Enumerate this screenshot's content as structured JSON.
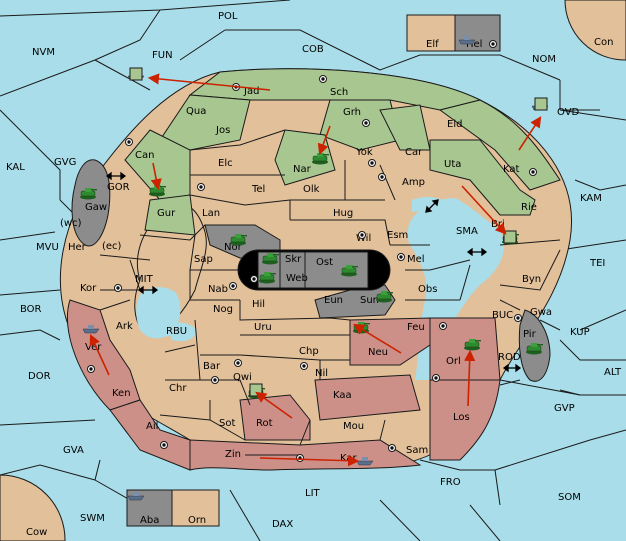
{
  "map": {
    "colors": {
      "sea": "#a9dde9",
      "neutral": "#e2c09a",
      "green_power": "#a8c690",
      "red_power": "#cc9088",
      "grey_power": "#8c8c8c",
      "black_power": "#000000",
      "arrow": "#cc2200",
      "army_green": "#2e8a2e",
      "fleet_blue": "#5a6f8c"
    },
    "seas": [
      {
        "label": "POL"
      },
      {
        "label": "NVM"
      },
      {
        "label": "FUN"
      },
      {
        "label": "COB"
      },
      {
        "label": "NOM"
      },
      {
        "label": "Con"
      },
      {
        "label": "OVD"
      },
      {
        "label": "KAL"
      },
      {
        "label": "GVG"
      },
      {
        "label": "GOR"
      },
      {
        "label": "MVU"
      },
      {
        "label": "KAM"
      },
      {
        "label": "SMA"
      },
      {
        "label": "TEI"
      },
      {
        "label": "BOR"
      },
      {
        "label": "MIT"
      },
      {
        "label": "RBU"
      },
      {
        "label": "BUC"
      },
      {
        "label": "KUP"
      },
      {
        "label": "DOR"
      },
      {
        "label": "ROD"
      },
      {
        "label": "ALT"
      },
      {
        "label": "GVP"
      },
      {
        "label": "GVA"
      },
      {
        "label": "FRO"
      },
      {
        "label": "SOM"
      },
      {
        "label": "LIT"
      },
      {
        "label": "SWM"
      },
      {
        "label": "DAX"
      },
      {
        "label": "Cow"
      }
    ],
    "land": [
      {
        "label": "Elf"
      },
      {
        "label": "Hel"
      },
      {
        "label": "Jad"
      },
      {
        "label": "Sch"
      },
      {
        "label": "Qua"
      },
      {
        "label": "Jos"
      },
      {
        "label": "Grh"
      },
      {
        "label": "Eld"
      },
      {
        "label": "Can"
      },
      {
        "label": "Elc"
      },
      {
        "label": "Nar"
      },
      {
        "label": "Yok"
      },
      {
        "label": "Car"
      },
      {
        "label": "Uta"
      },
      {
        "label": "Kat"
      },
      {
        "label": "Gur"
      },
      {
        "label": "Tel"
      },
      {
        "label": "Olk"
      },
      {
        "label": "Amp"
      },
      {
        "label": "Gaw"
      },
      {
        "label": "Lan"
      },
      {
        "label": "Hug"
      },
      {
        "label": "Rie"
      },
      {
        "label": "Her"
      },
      {
        "label": "(wc)"
      },
      {
        "label": "(ec)"
      },
      {
        "label": "Nor"
      },
      {
        "label": "Wil"
      },
      {
        "label": "Esm"
      },
      {
        "label": "Bri"
      },
      {
        "label": "Sap"
      },
      {
        "label": "Skr"
      },
      {
        "label": "Ost"
      },
      {
        "label": "Mel"
      },
      {
        "label": "Byn"
      },
      {
        "label": "Kor"
      },
      {
        "label": "Web"
      },
      {
        "label": "Nab"
      },
      {
        "label": "Obs"
      },
      {
        "label": "Eun"
      },
      {
        "label": "Sun"
      },
      {
        "label": "Gwa"
      },
      {
        "label": "Hil"
      },
      {
        "label": "Nog"
      },
      {
        "label": "Ark"
      },
      {
        "label": "Uru"
      },
      {
        "label": "Feu"
      },
      {
        "label": "Pir"
      },
      {
        "label": "Ver"
      },
      {
        "label": "Neu"
      },
      {
        "label": "Chp"
      },
      {
        "label": "Orl"
      },
      {
        "label": "Bar"
      },
      {
        "label": "Qwi"
      },
      {
        "label": "Nil"
      },
      {
        "label": "Ken"
      },
      {
        "label": "Chr"
      },
      {
        "label": "Kaa"
      },
      {
        "label": "Rot"
      },
      {
        "label": "Ail"
      },
      {
        "label": "Sot"
      },
      {
        "label": "Los"
      },
      {
        "label": "Mou"
      },
      {
        "label": "Zin"
      },
      {
        "label": "Kar"
      },
      {
        "label": "Sam"
      },
      {
        "label": "Aba"
      },
      {
        "label": "Orn"
      }
    ],
    "arrows": [
      "→",
      "→"
    ]
  }
}
